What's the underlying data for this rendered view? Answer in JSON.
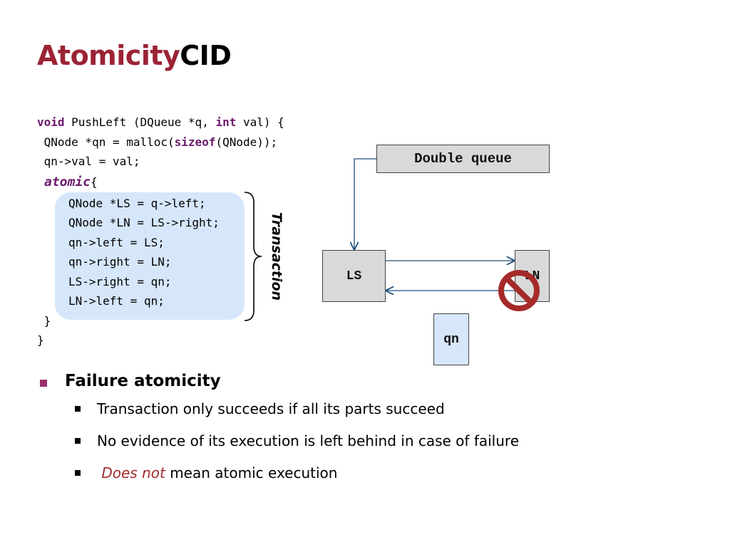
{
  "title": {
    "part1": "Atomicity",
    "part2": "CID"
  },
  "code": {
    "line1": {
      "kw1": "void",
      "t1": " PushLeft (DQueue *q, ",
      "kw2": "int",
      "t2": " val) {"
    },
    "line2": {
      "t1": " QNode *qn = malloc(",
      "kw": "sizeof",
      "t2": "(QNode));"
    },
    "line3": " qn->val = val;",
    "line4": {
      "kw": "atomic",
      "t": "{"
    },
    "tx_lines": [
      "QNode *LS = q->left;",
      "QNode *LN = LS->right;",
      "qn->left = LS;",
      "qn->right = LN;",
      "LS->right = qn;",
      "LN->left = qn;"
    ],
    "close_inner": " }",
    "close_outer": "}"
  },
  "transaction_label": "Transaction",
  "diagram": {
    "double_queue": "Double queue",
    "ls": "LS",
    "ln": "LN",
    "qn": "qn",
    "no_symbol_icon": "prohibited-icon",
    "colors": {
      "box_grey": "#d9d9d9",
      "box_blue": "#d6e7fb",
      "arrow": "#1f4e79",
      "no_symbol": "#a52a2a"
    }
  },
  "bullets": {
    "heading": "Failure atomicity",
    "items": [
      {
        "text": "Transaction only succeeds if all its parts succeed"
      },
      {
        "text": "No evidence of its execution is left behind in case of failure"
      },
      {
        "em": "Does not",
        "text": " mean atomic execution"
      }
    ]
  },
  "colors": {
    "title_accent": "#9b2335",
    "keyword": "#6b1a6b",
    "tx_box": "#d6e7fb"
  }
}
